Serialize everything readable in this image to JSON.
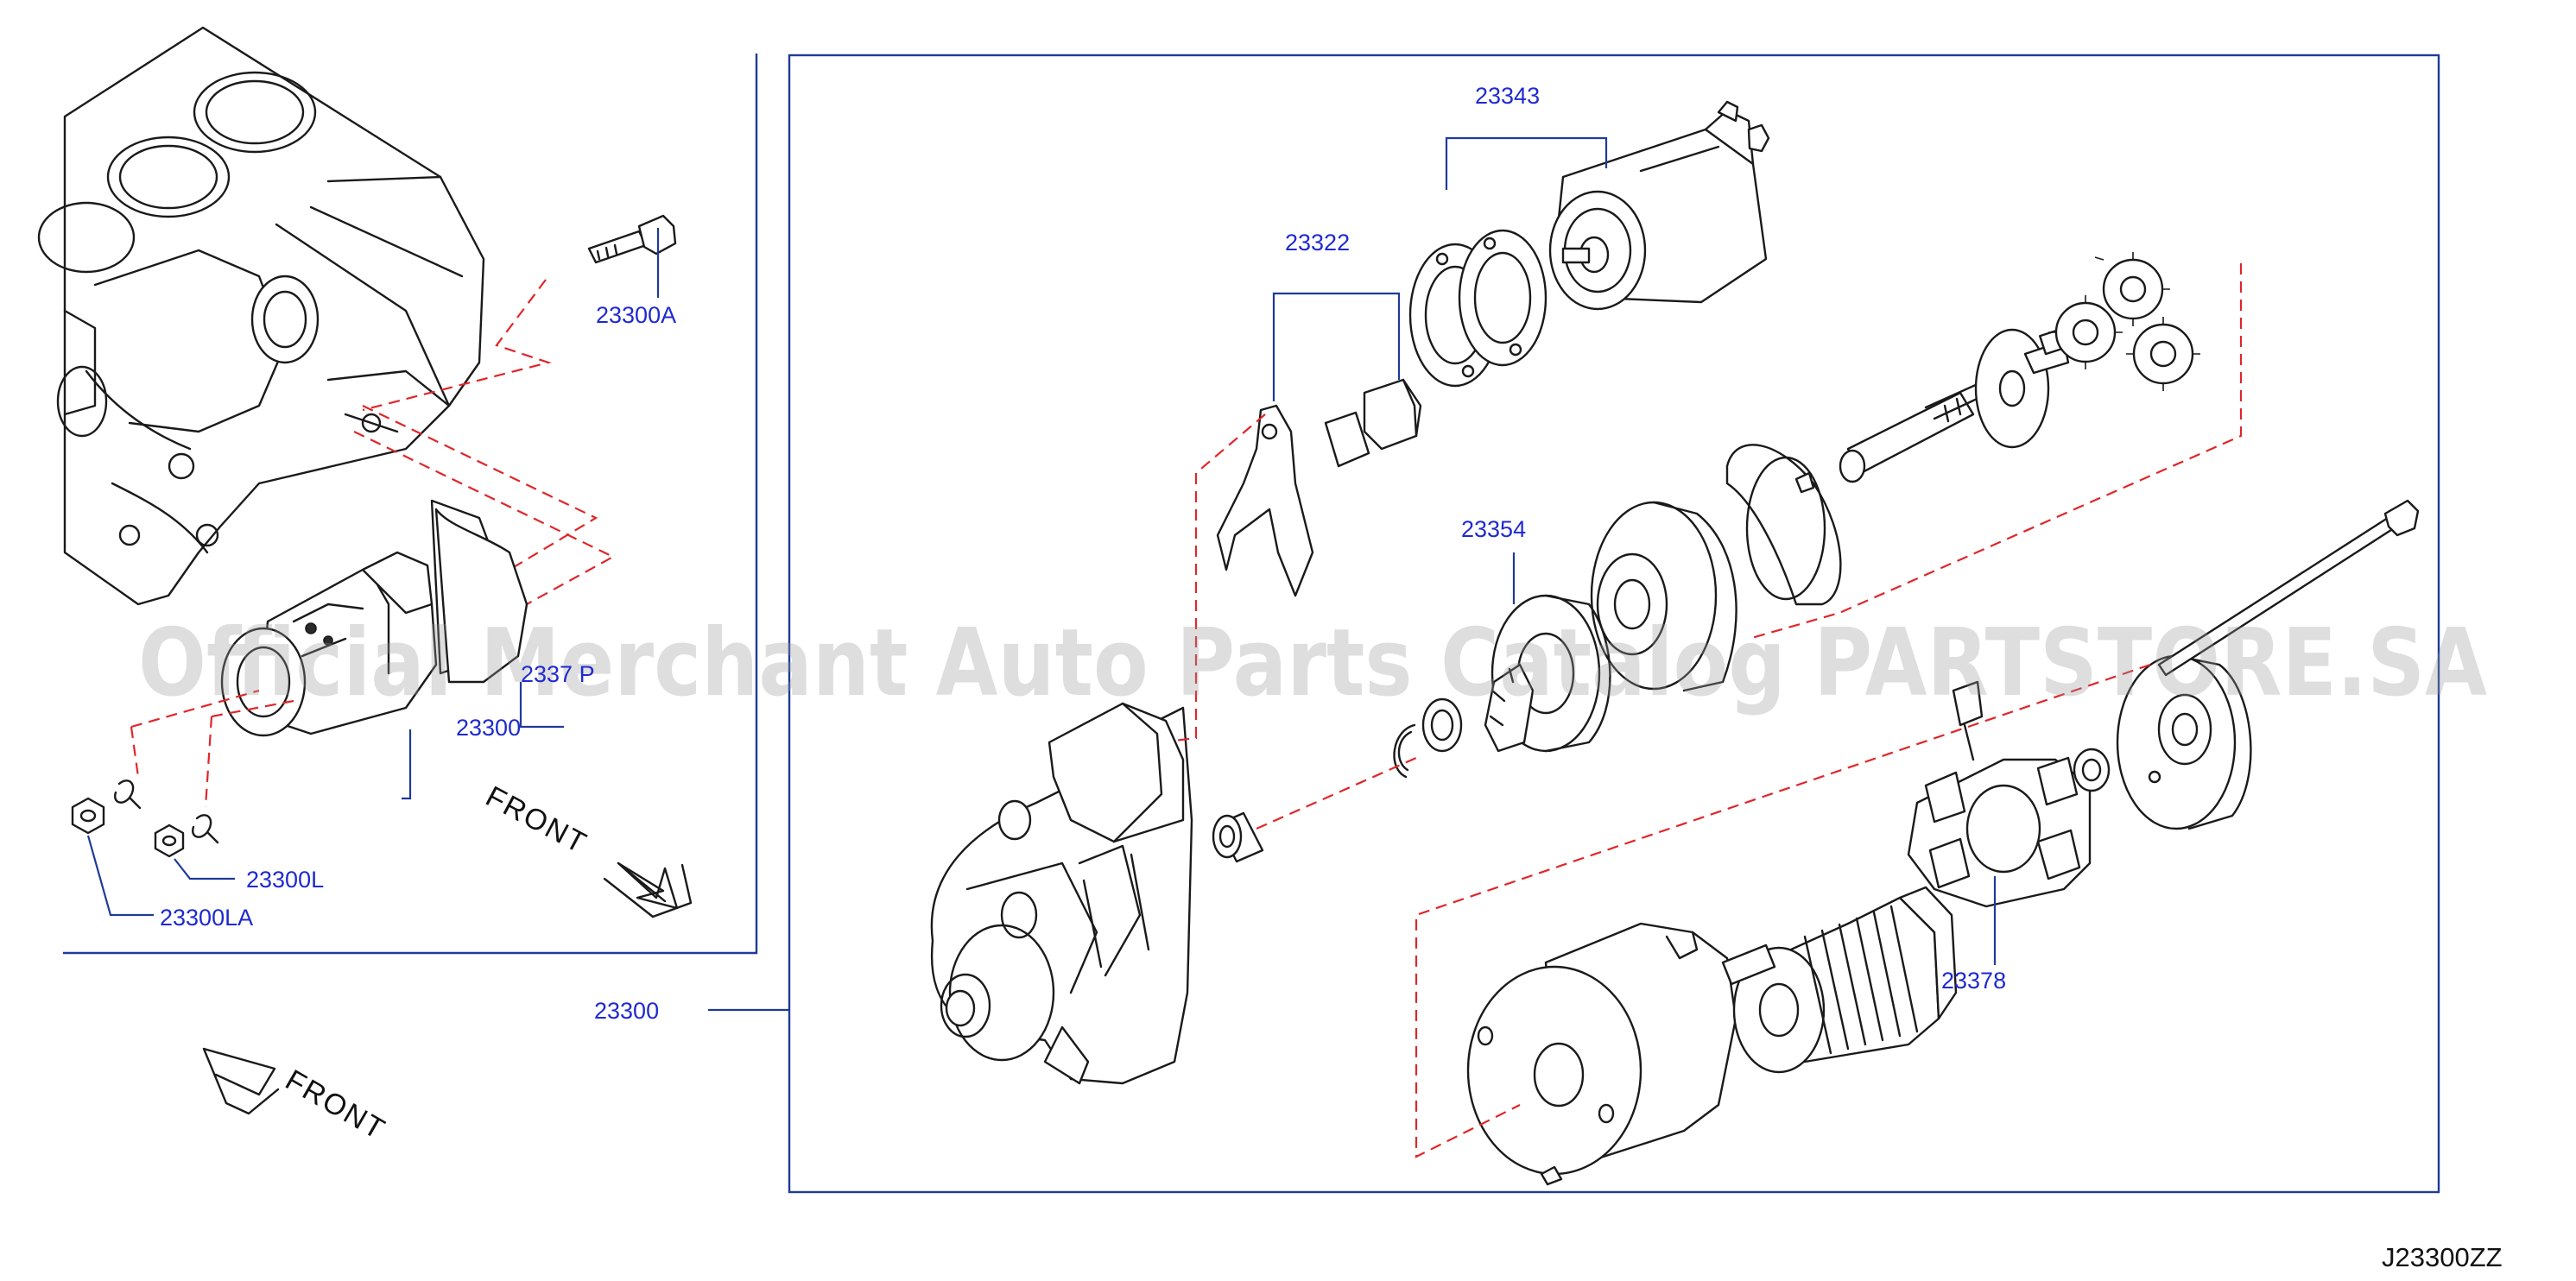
{
  "diagram": {
    "watermark": "Official Merchant Auto Parts Catalog PARTSTORE.SA",
    "diagram_code": "J23300ZZ",
    "front_labels": {
      "upper": "FRONT",
      "lower": "FRONT"
    },
    "part_labels": {
      "p23300A": "23300A",
      "p2337P": "2337 P",
      "p23300_left": "23300",
      "p23300L": "23300L",
      "p23300LA": "23300LA",
      "p23300_main": "23300",
      "p23343": "23343",
      "p23322": "23322",
      "p23354": "23354",
      "p23378": "23378"
    },
    "colors": {
      "label": "#1f2ad1",
      "leader": "#1f3a9a",
      "dashed": "#e0262a",
      "line_art": "#1a1a1a",
      "watermark": "#9a9a9a"
    }
  }
}
